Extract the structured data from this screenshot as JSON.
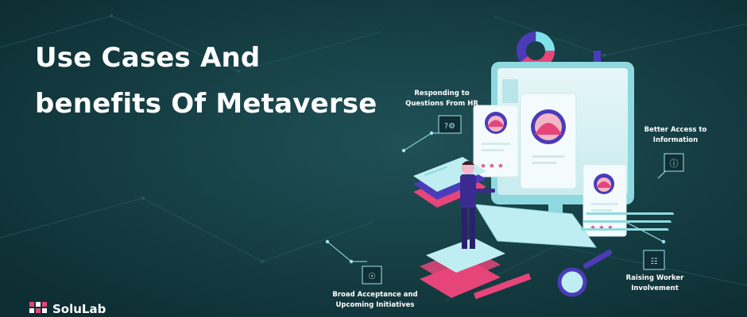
{
  "title": {
    "line1": "Use Cases And",
    "line2": "benefits Of Metaverse"
  },
  "labels": {
    "hr": {
      "line1": "Responding to",
      "line2": "Questions From HR"
    },
    "access": {
      "line1": "Better Access to",
      "line2": "Information"
    },
    "raising": {
      "line1": "Raising Worker",
      "line2": "Involvement"
    },
    "broad": {
      "line1": "Broad Acceptance and",
      "line2": "Upcoming Initiatives"
    }
  },
  "brand": {
    "name": "SoluLab"
  },
  "colors": {
    "background": "#113a3f",
    "accent_pink": "#e6457a",
    "accent_purple": "#4b3bb8",
    "accent_cyan": "#7fe3ea",
    "text": "#ffffff"
  },
  "icons": [
    "hr-question-icon",
    "information-icon",
    "worker-involvement-icon",
    "initiatives-icon",
    "solulab-logo-icon"
  ]
}
